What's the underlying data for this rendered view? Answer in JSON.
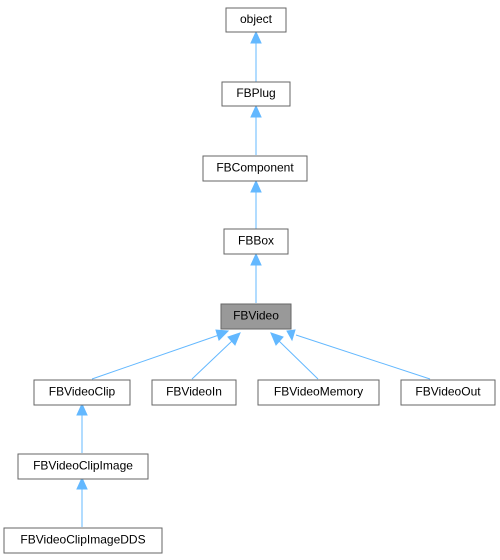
{
  "diagram": {
    "nodes": {
      "object": "object",
      "fbplug": "FBPlug",
      "fbcomponent": "FBComponent",
      "fbbox": "FBBox",
      "fbvideo": "FBVideo",
      "fbvideoclip": "FBVideoClip",
      "fbvideoin": "FBVideoIn",
      "fbvideomemory": "FBVideoMemory",
      "fbvideoout": "FBVideoOut",
      "fbvideoclipimage": "FBVideoClipImage",
      "fbvideoclipimagedds": "FBVideoClipImageDDS"
    },
    "edges": [
      {
        "from": "fbplug",
        "to": "object"
      },
      {
        "from": "fbcomponent",
        "to": "fbplug"
      },
      {
        "from": "fbbox",
        "to": "fbcomponent"
      },
      {
        "from": "fbvideo",
        "to": "fbbox"
      },
      {
        "from": "fbvideoclip",
        "to": "fbvideo"
      },
      {
        "from": "fbvideoin",
        "to": "fbvideo"
      },
      {
        "from": "fbvideomemory",
        "to": "fbvideo"
      },
      {
        "from": "fbvideoout",
        "to": "fbvideo"
      },
      {
        "from": "fbvideoclipimage",
        "to": "fbvideoclip"
      },
      {
        "from": "fbvideoclipimagedds",
        "to": "fbvideoclipimage"
      }
    ],
    "highlighted": "fbvideo",
    "colors": {
      "edge": "#63b8ff",
      "node_border": "#666666",
      "highlight_fill": "#999999"
    }
  }
}
